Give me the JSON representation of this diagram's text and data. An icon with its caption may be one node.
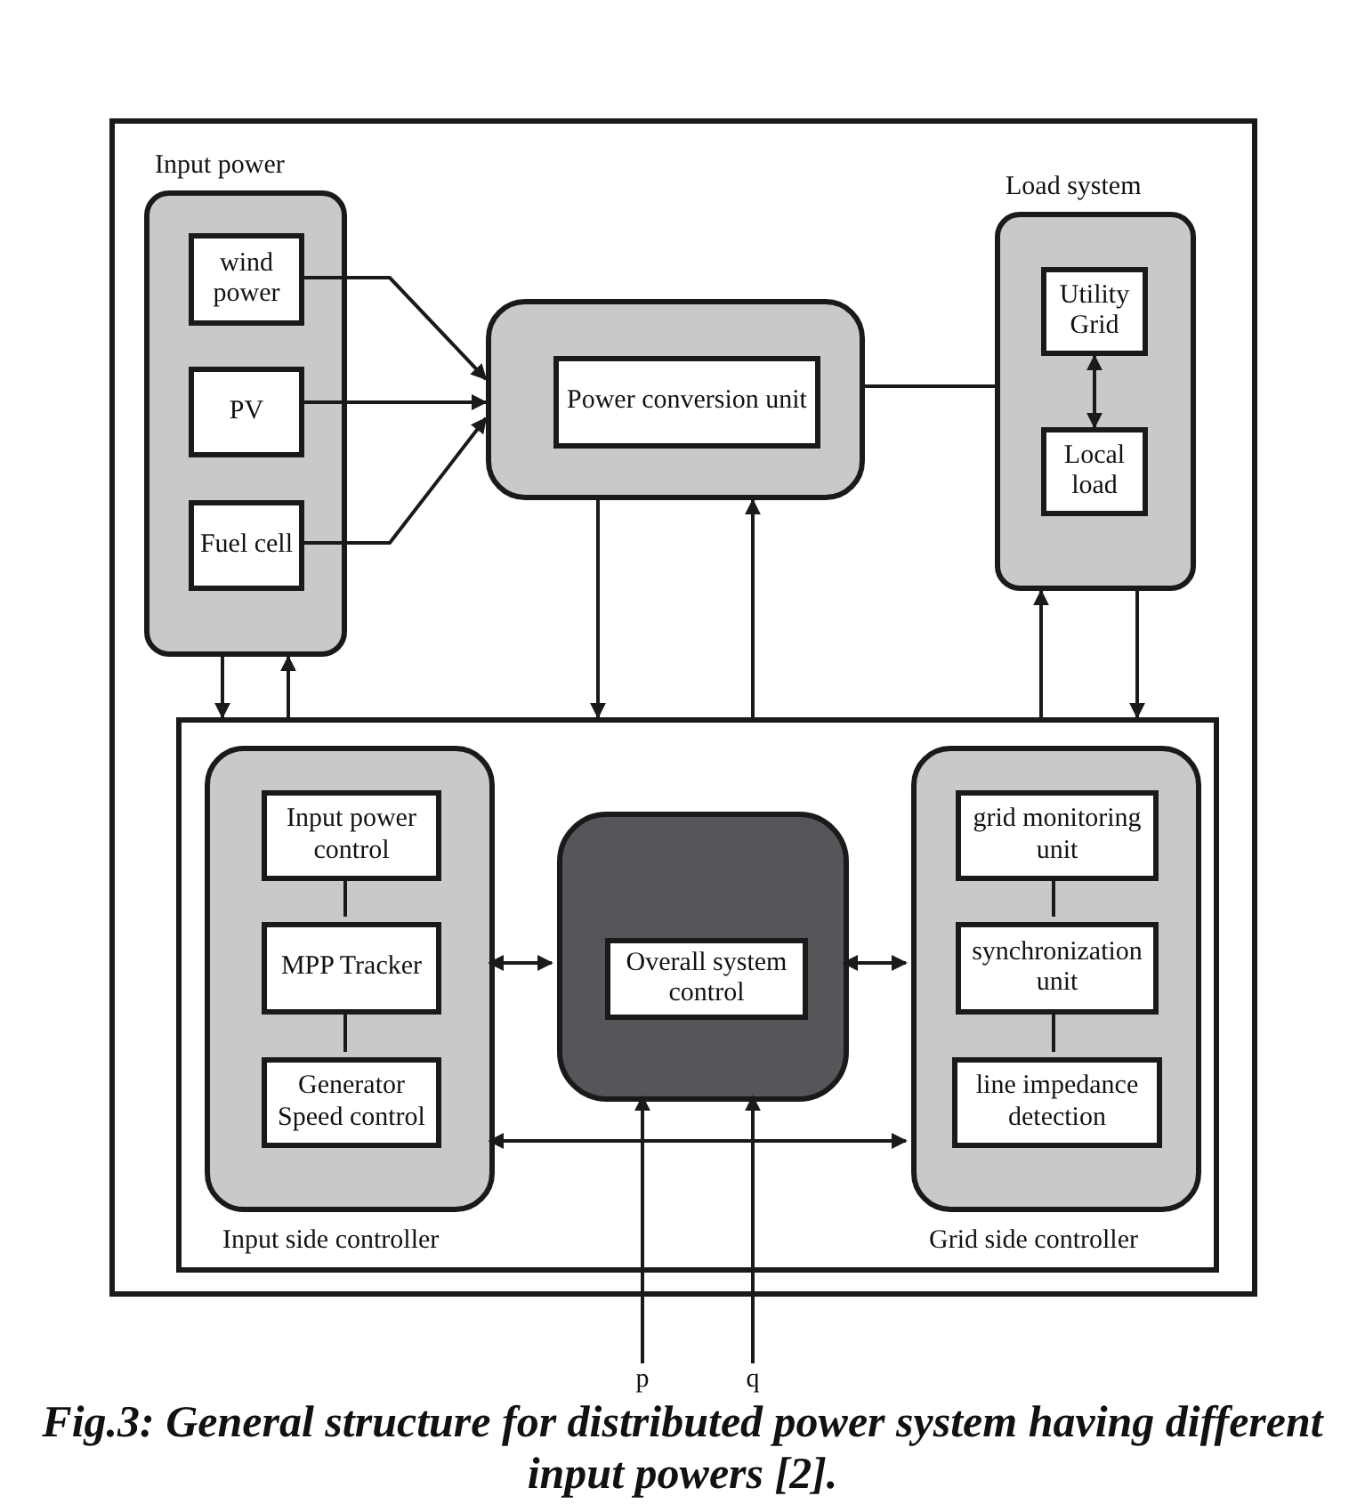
{
  "diagram": {
    "caption": "Fig.3: General structure for distributed power system having different input powers [2].",
    "nodes": [
      {
        "text": [
          "Input power"
        ]
      },
      {
        "text": [
          "wind power"
        ],
        "in": 0
      },
      {
        "text": [
          "PV"
        ],
        "in": 0
      },
      {
        "text": [
          "Fuel cell"
        ],
        "in": 0
      },
      {
        "text": [],
        "shape": "box"
      },
      {
        "text": [
          "Power conversion unit"
        ],
        "in": 4
      },
      {
        "text": [
          "Load system"
        ]
      },
      {
        "text": [
          "Utility Grid"
        ],
        "in": 6
      },
      {
        "text": [
          "Local load"
        ],
        "in": 6
      },
      {
        "text": [],
        "shape": "box"
      },
      {
        "text": [
          "Input side controller"
        ],
        "in": 9
      },
      {
        "text": [
          "Input power control"
        ],
        "in": 10
      },
      {
        "text": [
          "MPP Tracker"
        ],
        "in": 10
      },
      {
        "text": [
          "Generator Speed control"
        ],
        "in": 10
      },
      {
        "text": [],
        "shape": "box",
        "in": 9
      },
      {
        "text": [
          "Overall system control"
        ],
        "in": 14
      },
      {
        "text": [
          "Grid side controller"
        ],
        "in": 9
      },
      {
        "text": [
          "grid monitoring unit"
        ],
        "in": 16
      },
      {
        "text": [
          "synchronization unit"
        ],
        "in": 16
      },
      {
        "text": [
          "line impedance detection"
        ],
        "in": 16
      },
      {
        "text": [
          "p"
        ]
      },
      {
        "text": [
          "q"
        ]
      }
    ],
    "edges": [
      {
        "from": 1,
        "to": 4,
        "arrow": "to"
      },
      {
        "from": 2,
        "to": 4,
        "arrow": "to"
      },
      {
        "from": 3,
        "to": 4,
        "arrow": "to"
      },
      {
        "from": 4,
        "to": 6,
        "arrow": "none"
      },
      {
        "from": 7,
        "to": 8,
        "arrow": "both"
      },
      {
        "from": 0,
        "to": 9,
        "arrow": "to"
      },
      {
        "from": 9,
        "to": 0,
        "arrow": "to"
      },
      {
        "from": 4,
        "to": 9,
        "arrow": "to"
      },
      {
        "from": 9,
        "to": 4,
        "arrow": "to"
      },
      {
        "from": 9,
        "to": 6,
        "arrow": "to"
      },
      {
        "from": 6,
        "to": 9,
        "arrow": "to"
      },
      {
        "from": 11,
        "to": 12,
        "arrow": "none"
      },
      {
        "from": 12,
        "to": 13,
        "arrow": "none"
      },
      {
        "from": 10,
        "to": 14,
        "arrow": "both"
      },
      {
        "from": 14,
        "to": 16,
        "arrow": "both"
      },
      {
        "from": 10,
        "to": 16,
        "arrow": "both"
      },
      {
        "from": 17,
        "to": 18,
        "arrow": "none"
      },
      {
        "from": 18,
        "to": 19,
        "arrow": "none"
      },
      {
        "from": 20,
        "to": 14,
        "arrow": "to"
      },
      {
        "from": 21,
        "to": 14,
        "arrow": "to"
      }
    ]
  }
}
